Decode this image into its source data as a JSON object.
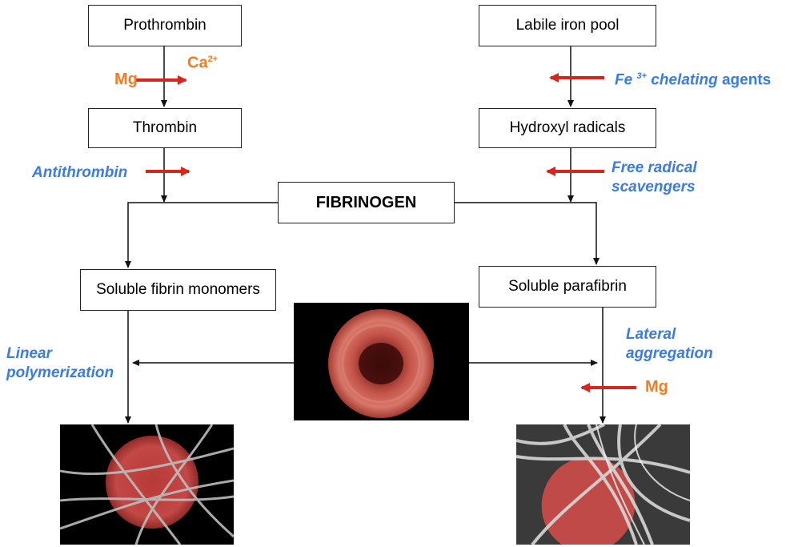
{
  "nodes": {
    "prothrombin": "Prothrombin",
    "thrombin": "Thrombin",
    "fibrinogen": "FIBRINOGEN",
    "soluble_fibrin_monomers": "Soluble fibrin monomers",
    "labile_iron_pool": "Labile iron pool",
    "hydroxyl_radicals": "Hydroxyl radicals",
    "soluble_parafibrin": "Soluble parafibrin"
  },
  "labels": {
    "mg_left": "Mg",
    "ca": "Ca",
    "ca_superscript": "2+",
    "antithrombin": "Antithrombin",
    "fe": "Fe",
    "fe_superscript": "3+",
    "fe_suffix": "chelating",
    "fe_agents": "agents",
    "free_radical_line1": "Free radical",
    "free_radical_line2": "scavengers",
    "linear_line1": "Linear",
    "linear_line2": "polymerization",
    "lateral_line1": "Lateral",
    "lateral_line2": "aggregation",
    "mg_right": "Mg"
  },
  "colors": {
    "orange": "#f47b20",
    "blue": "#3a7be8",
    "red_arrow": "#d9261c",
    "line": "#111111"
  }
}
